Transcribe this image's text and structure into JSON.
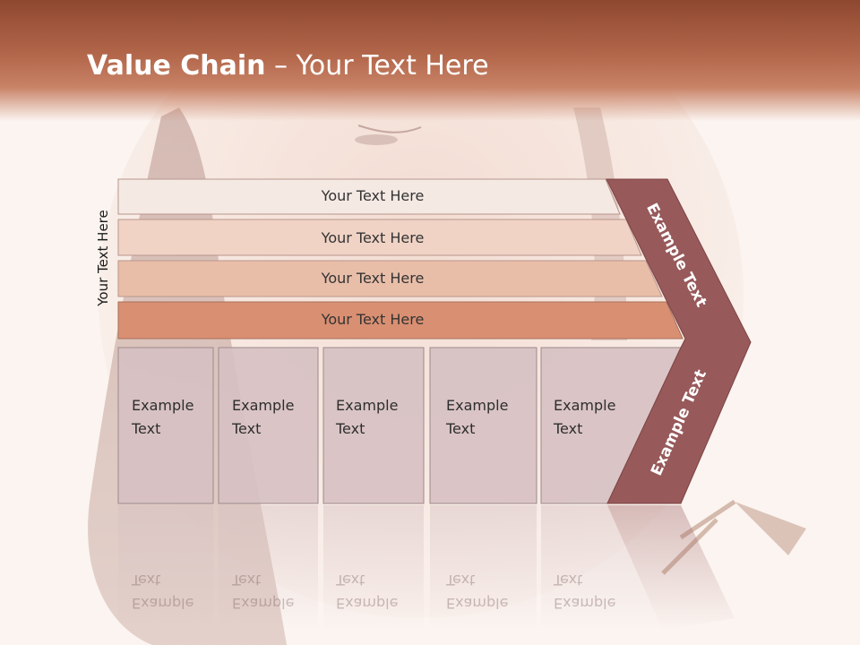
{
  "slide": {
    "title_bold": "Value Chain",
    "title_rest": " – Your Text Here",
    "side_label": "Your Text Here"
  },
  "rows": [
    {
      "label": "Your Text Here",
      "color": "#f5e9e4"
    },
    {
      "label": "Your Text Here",
      "color": "#f0d3c5"
    },
    {
      "label": "Your Text Here",
      "color": "#e9bea9"
    },
    {
      "label": "Your Text Here",
      "color": "#d98f72"
    }
  ],
  "boxes": [
    {
      "line1": "Example",
      "line2": "Text"
    },
    {
      "line1": "Example",
      "line2": "Text"
    },
    {
      "line1": "Example",
      "line2": "Text"
    },
    {
      "line1": "Example",
      "line2": "Text"
    },
    {
      "line1": "Example",
      "line2": "Text"
    }
  ],
  "chevron": {
    "upper_label": "Example Text",
    "lower_label": "Example Text",
    "color": "#97595a"
  },
  "colors": {
    "title_band": "#a9583c",
    "box_fill": "#d6c0c2"
  }
}
